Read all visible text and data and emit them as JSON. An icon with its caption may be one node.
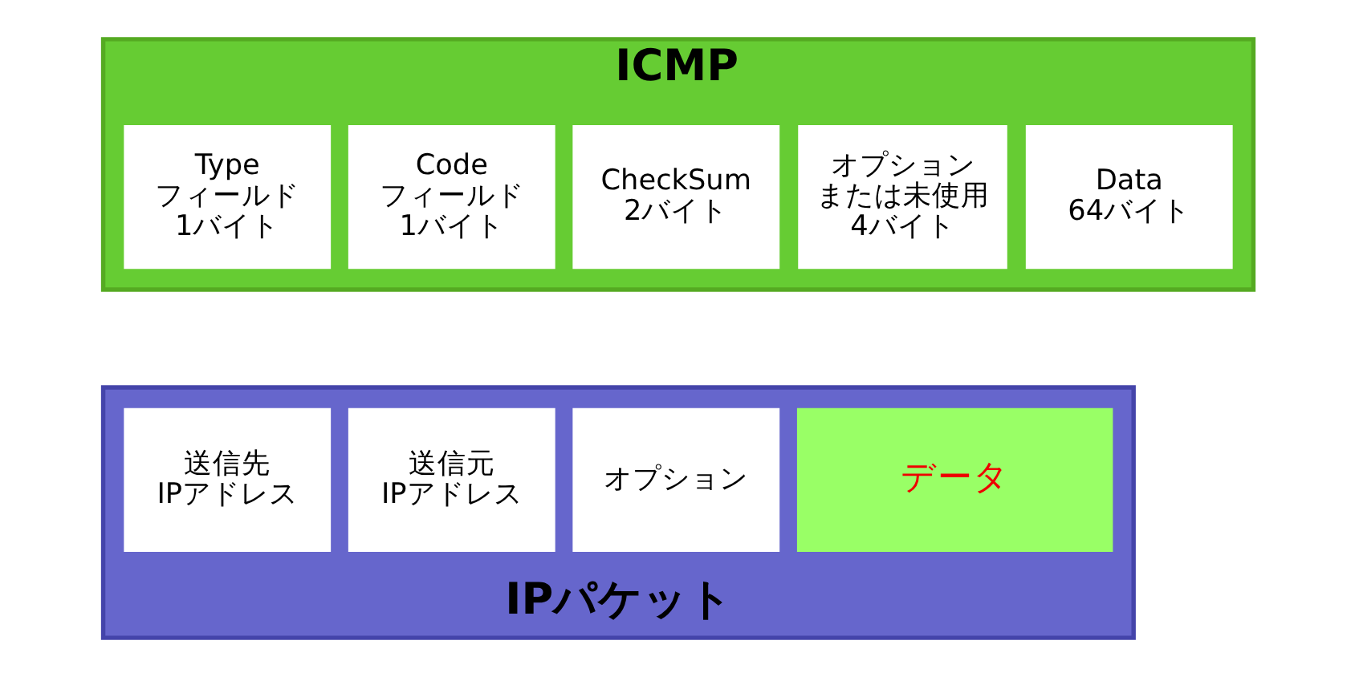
{
  "diagram": {
    "nodes": [
      {
        "text": [
          "ICMP"
        ]
      },
      {
        "text": [
          "Typeフィールド 1バイト"
        ],
        "in": 0
      },
      {
        "text": [
          "Codeフィールド 1バイト"
        ],
        "in": 0
      },
      {
        "text": [
          "CheckSum 2バイト"
        ],
        "in": 0
      },
      {
        "text": [
          "オプションまたは未使用 4バイト"
        ],
        "in": 0
      },
      {
        "text": [
          "Data 64バイト"
        ],
        "in": 0
      },
      {
        "text": [
          "IPパケット"
        ]
      },
      {
        "text": [
          "送信先 IPアドレス"
        ],
        "in": 6
      },
      {
        "text": [
          "送信元 IPアドレス"
        ],
        "in": 6
      },
      {
        "text": [
          "オプション"
        ],
        "in": 6
      },
      {
        "text": [
          "データ"
        ],
        "in": 6
      }
    ],
    "edges": []
  }
}
